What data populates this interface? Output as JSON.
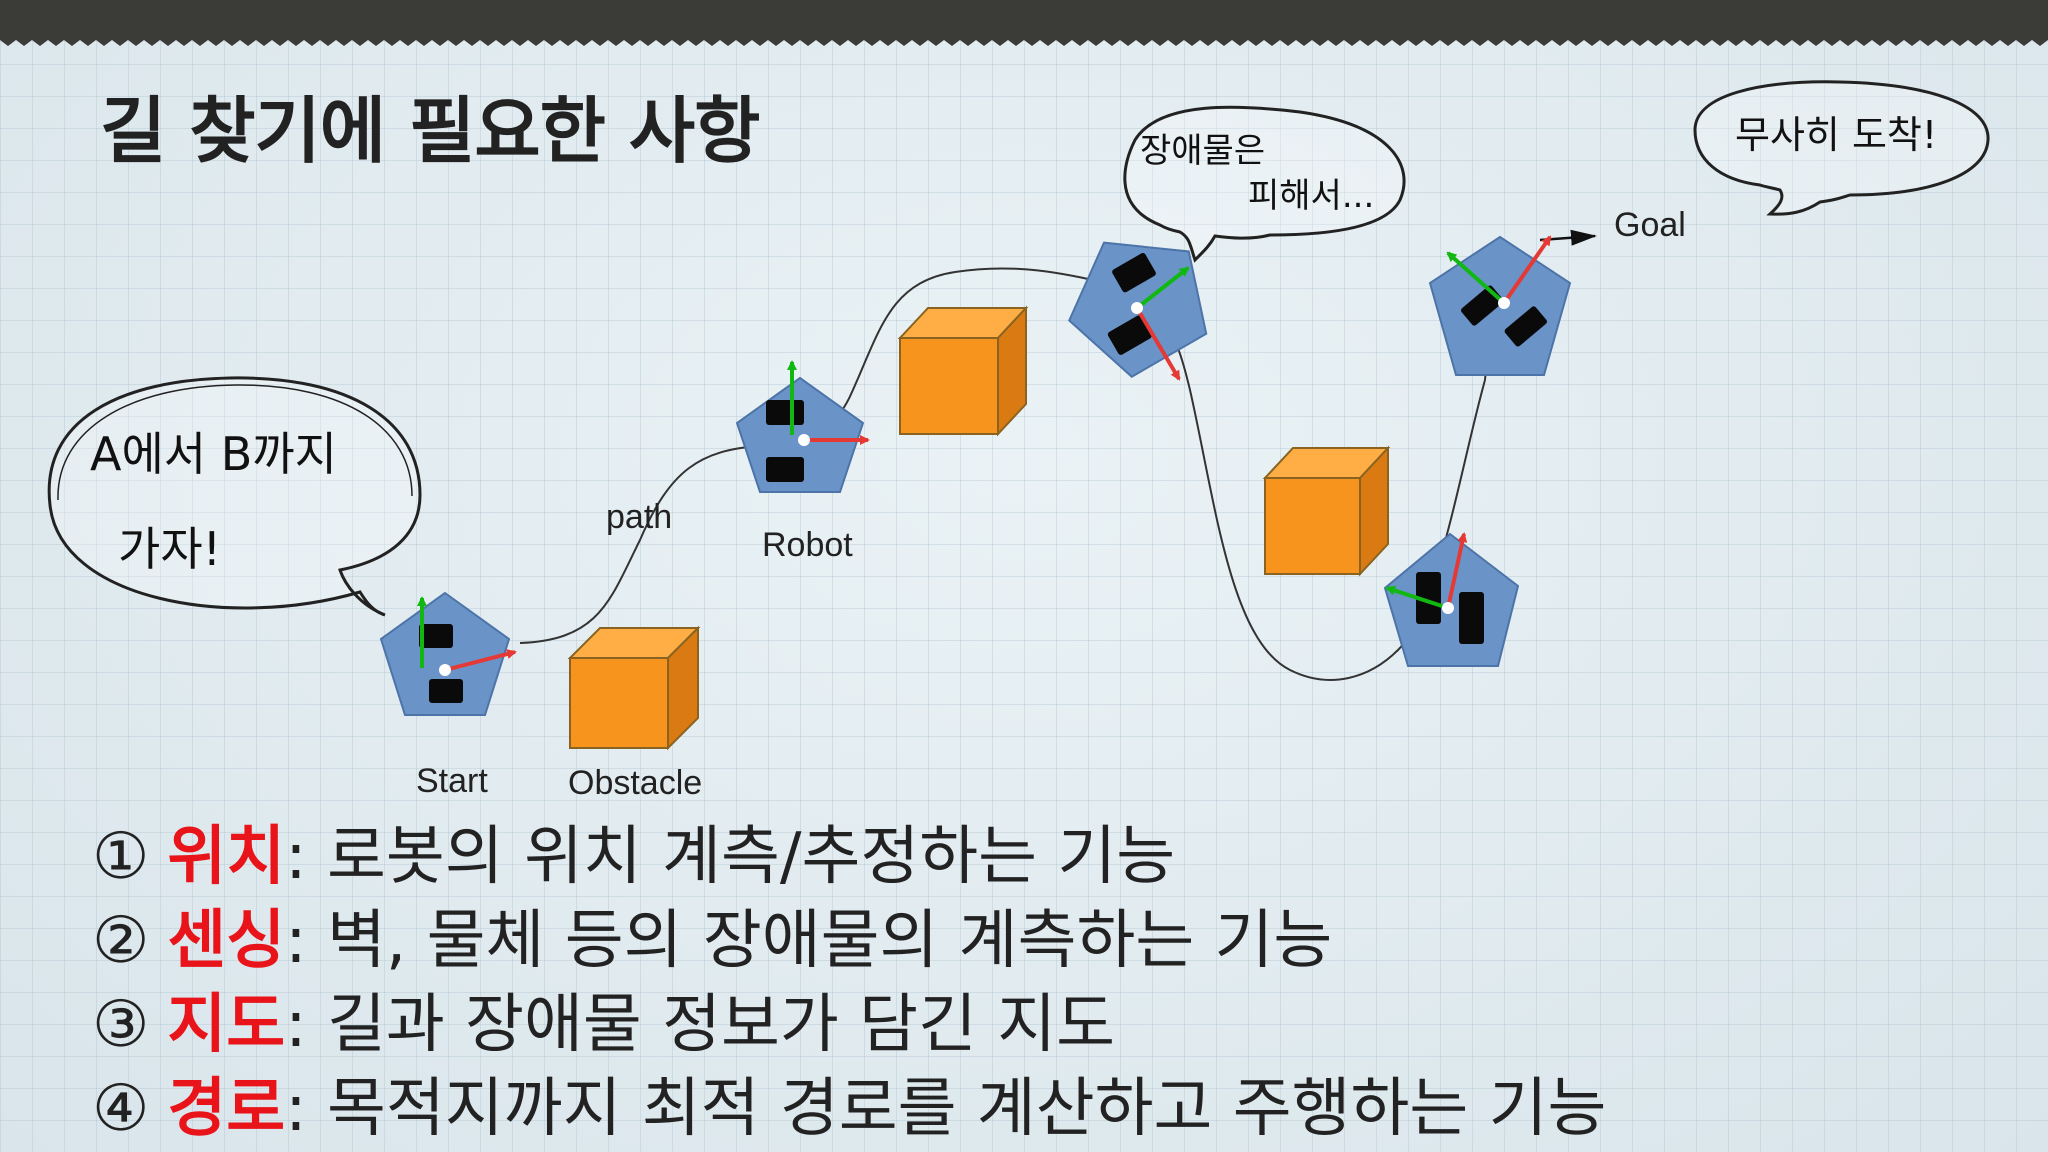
{
  "title": "길 찾기에 필요한 사항",
  "diagram": {
    "labels": {
      "start": "Start",
      "obstacle": "Obstacle",
      "robot": "Robot",
      "path": "path",
      "goal": "Goal"
    },
    "bubbles": {
      "left_line1": "A에서 B까지",
      "left_line2": "가자!",
      "middle_line1": "장애물은",
      "middle_line2": "피해서...",
      "right": "무사히 도착!"
    },
    "colors": {
      "robot_body": "#6a93c8",
      "obstacle": "#f7941d",
      "x_axis": "#e53935",
      "y_axis": "#12b812"
    }
  },
  "list": [
    {
      "num": "①",
      "keyword": "위치",
      "text": ": 로봇의 위치 계측/추정하는 기능"
    },
    {
      "num": "②",
      "keyword": "센싱",
      "text": ": 벽, 물체 등의 장애물의 계측하는 기능"
    },
    {
      "num": "③",
      "keyword": "지도",
      "text": ": 길과 장애물 정보가 담긴 지도"
    },
    {
      "num": "④",
      "keyword": "경로",
      "text": ": 목적지까지 최적 경로를 계산하고 주행하는 기능"
    }
  ]
}
